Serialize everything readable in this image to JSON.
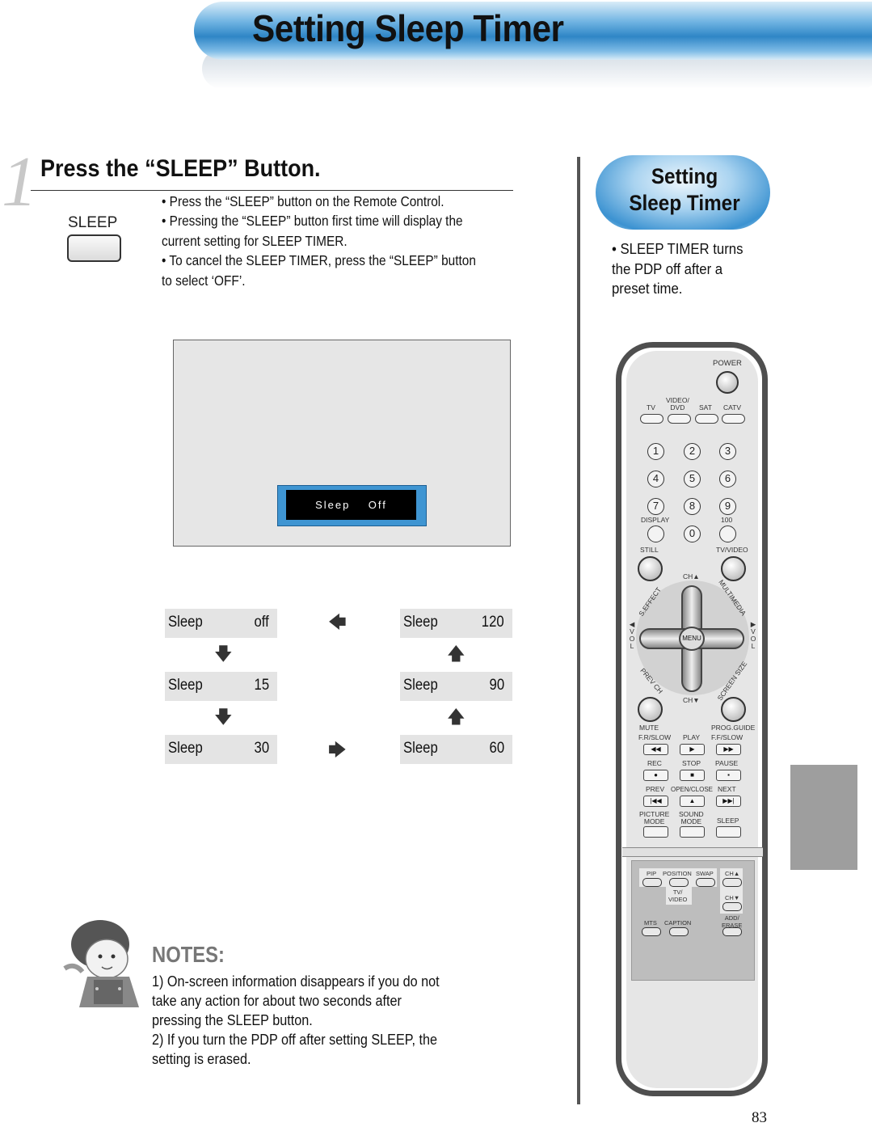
{
  "header": {
    "title": "Setting Sleep Timer"
  },
  "step": {
    "number": "1",
    "title": "Press the “SLEEP” Button.",
    "button_label": "SLEEP",
    "bullets": [
      "• Press the “SLEEP” button on the Remote Control.",
      "• Pressing  the  “SLEEP”  button  first  time  will  display  the",
      "   current setting for SLEEP TIMER.",
      "• To cancel the SLEEP TIMER, press the “SLEEP” button",
      "   to select ‘OFF’."
    ]
  },
  "screen": {
    "osd_label": "Sleep",
    "osd_value": "Off"
  },
  "cycle": [
    {
      "label": "Sleep",
      "value": "off"
    },
    {
      "label": "Sleep",
      "value": "15"
    },
    {
      "label": "Sleep",
      "value": "30"
    },
    {
      "label": "Sleep",
      "value": "60"
    },
    {
      "label": "Sleep",
      "value": "90"
    },
    {
      "label": "Sleep",
      "value": "120"
    }
  ],
  "notes": {
    "title": "NOTES:",
    "items": [
      [
        "1) On-screen information disappears if you do not",
        "    take any action for about two seconds after",
        "    pressing the SLEEP button."
      ],
      [
        "2) If you turn the PDP off after setting SLEEP, the",
        "    setting is erased."
      ]
    ]
  },
  "sidebar": {
    "badge_line1": "Setting",
    "badge_line2": "Sleep Timer",
    "text": [
      "• SLEEP TIMER turns",
      "   the PDP off after a",
      "   preset time."
    ]
  },
  "remote": {
    "power": "POWER",
    "sources": [
      "TV",
      "VIDEO/\nDVD",
      "SAT",
      "CATV"
    ],
    "digits": [
      "1",
      "2",
      "3",
      "4",
      "5",
      "6",
      "7",
      "8",
      "9",
      "0"
    ],
    "display": "DISPLAY",
    "hundred": "100",
    "still": "STILL",
    "tv_video": "TV/VIDEO",
    "ch_up": "CH▲",
    "ch_down": "CH▼",
    "menu": "MENU",
    "s_effect": "S.EFFECT",
    "multimedia": "MULTIMEDIA",
    "prev_ch": "PREV CH",
    "screen_size": "SCREEN SIZE",
    "vol": "VOL",
    "mute": "MUTE",
    "prog_guide": "PROG.GUIDE",
    "transport_labels": [
      "F.R/SLOW",
      "PLAY",
      "F.F/SLOW",
      "REC",
      "STOP",
      "PAUSE",
      "PREV",
      "OPEN/CLOSE",
      "NEXT"
    ],
    "transport_icons": [
      "◀◀",
      "▶",
      "▶▶",
      "●",
      "■",
      "▪",
      "|◀◀",
      "▲",
      "▶▶|"
    ],
    "picture_mode": "PICTURE\nMODE",
    "sound_mode": "SOUND\nMODE",
    "sleep": "SLEEP",
    "panel": {
      "pip": "PIP",
      "position": "POSITION",
      "swap": "SWAP",
      "ch_up": "CH▲",
      "tv_video": "TV/\nVIDEO",
      "ch_down": "CH▼",
      "mts": "MTS",
      "caption": "CAPTION",
      "add_erase": "ADD/\nERASE"
    }
  },
  "page_number": "83"
}
